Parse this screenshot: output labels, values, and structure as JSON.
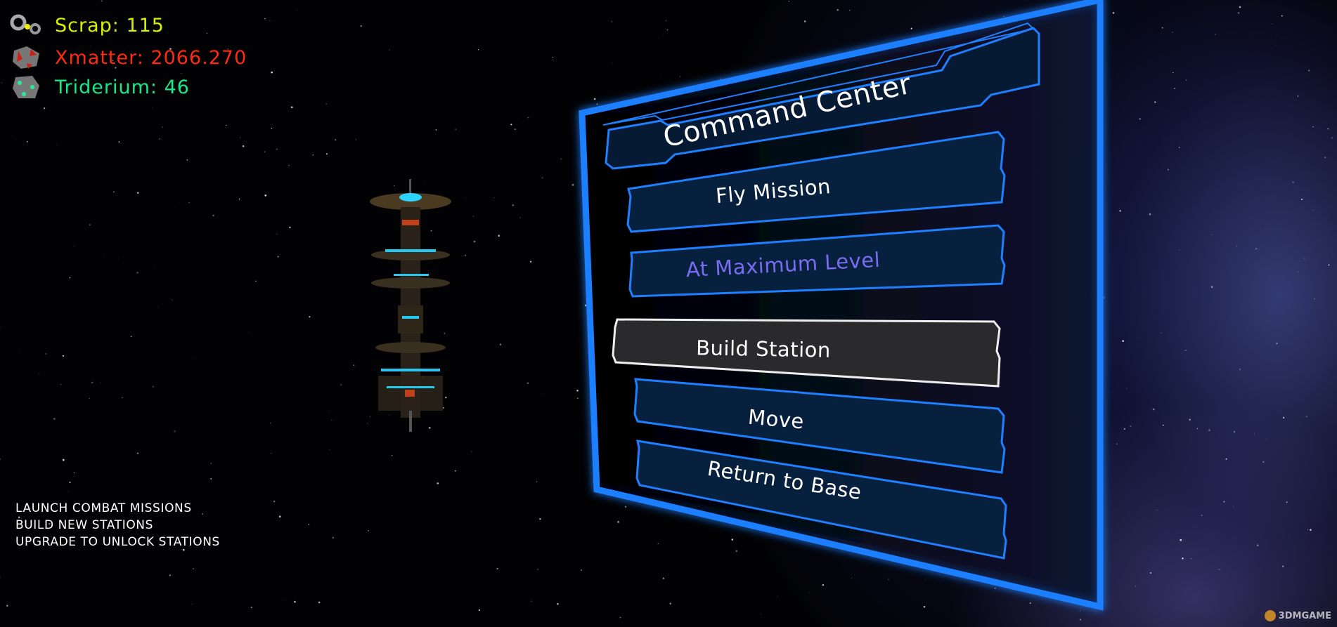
{
  "resources": [
    {
      "label": "Scrap: 115",
      "color": "#d8f000",
      "icon": "scrap-icon"
    },
    {
      "label": "Xmatter: 2066.270",
      "color": "#ff2a10",
      "icon": "xmatter-icon"
    },
    {
      "label": "Triderium: 46",
      "color": "#18e888",
      "icon": "triderium-icon"
    }
  ],
  "info_lines": [
    "LAUNCH COMBAT MISSIONS",
    "BUILD NEW STATIONS",
    "UPGRADE TO UNLOCK STATIONS"
  ],
  "panel": {
    "title": "Command Center",
    "buttons": {
      "fly_mission": "Fly Mission",
      "upgrade": "At Maximum Level",
      "build_station": "Build Station",
      "move": "Move",
      "return_to_base": "Return to Base"
    },
    "accent": "#1e7fff",
    "disabled_text": "#7a6cf0"
  },
  "watermark": "3DMGAME"
}
